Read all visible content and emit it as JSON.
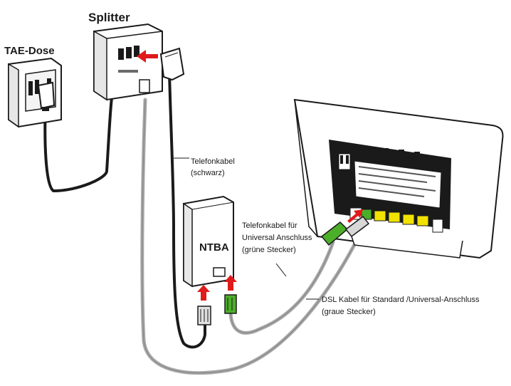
{
  "labels": {
    "tae_dose": "TAE-Dose",
    "splitter": "Splitter",
    "ntba": "NTBA",
    "telefonkabel": {
      "line1": "Telefonkabel",
      "line2": "(schwarz)"
    },
    "telefonkabel_universal": {
      "line1": "Telefonkabel für",
      "line2": "Universal Anschluss",
      "line3": "(grüne Stecker)"
    },
    "dsl_kabel": {
      "line1": "DSL Kabel für Standard /Universal-Anschluss",
      "line2": "(graue Stecker)"
    }
  },
  "colors": {
    "outline": "#1a1a1a",
    "grey_cable": "#a8a8a8",
    "black_cable": "#1a1a1a",
    "green_plug": "#4caf2a",
    "red_arrow": "#e01a1a",
    "yellow_ports": "#f2e200"
  }
}
